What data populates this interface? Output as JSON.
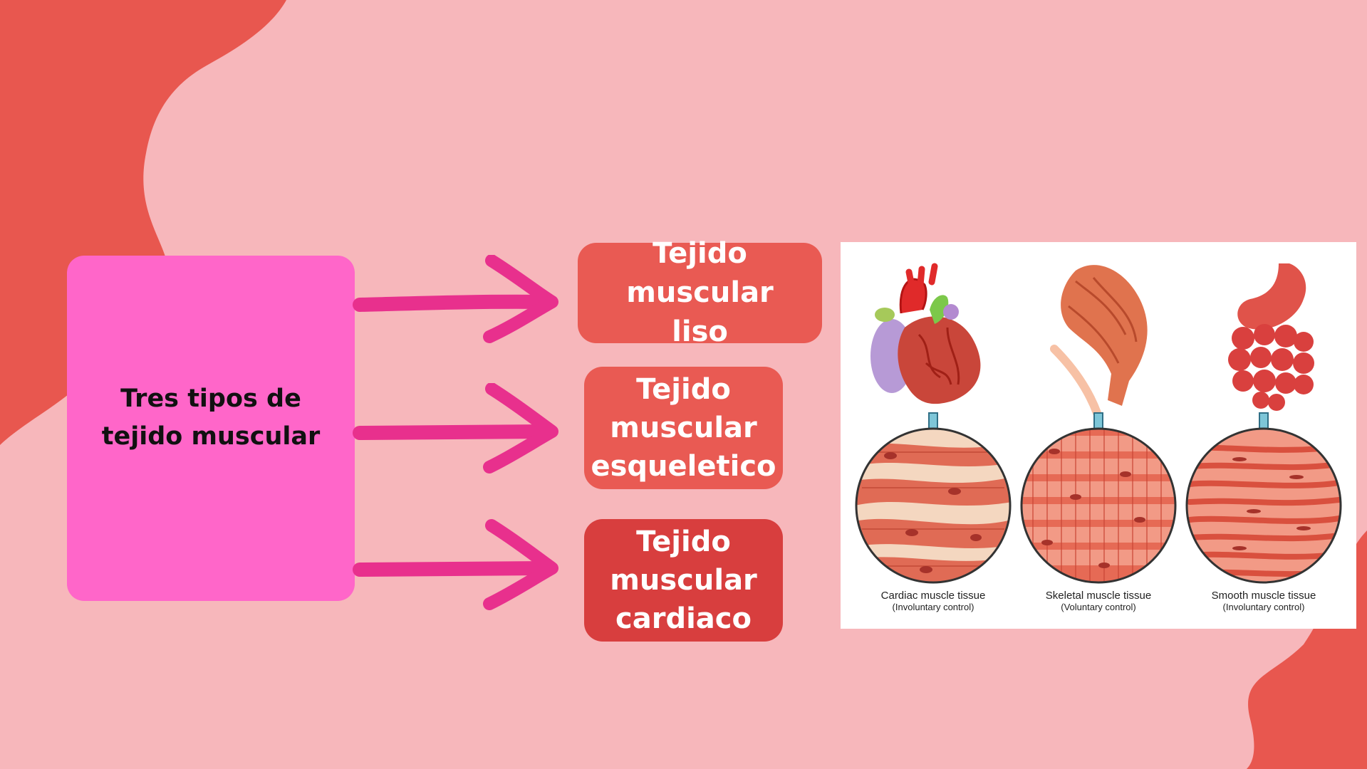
{
  "main": {
    "title_line1": "Tres tipos de",
    "title_line2": "tejido muscular"
  },
  "types": [
    {
      "line1": "Tejido muscular",
      "line2": "liso"
    },
    {
      "line1": "Tejido",
      "line2": "muscular",
      "line3": "esqueletico"
    },
    {
      "line1": "Tejido",
      "line2": "muscular",
      "line3": "cardiaco"
    }
  ],
  "illustration": {
    "panels": [
      {
        "organ_icon": "heart-icon",
        "title": "Cardiac muscle tissue",
        "subtitle": "(Involuntary control)"
      },
      {
        "organ_icon": "arm-muscle-icon",
        "title": "Skeletal muscle tissue",
        "subtitle": "(Voluntary control)"
      },
      {
        "organ_icon": "stomach-intestine-icon",
        "title": "Smooth muscle tissue",
        "subtitle": "(Involuntary control)"
      }
    ]
  },
  "colors": {
    "background": "#f7b7bb",
    "blob": "#e8574f",
    "main_box": "#ff66c9",
    "arrow": "#e8308d",
    "type_box": "#e95a53",
    "type_box_dark": "#d83e3e",
    "tissue_fill": "#f29a86",
    "tissue_stripe": "#d9503e",
    "pointer_arrow": "#7ec6d8"
  }
}
